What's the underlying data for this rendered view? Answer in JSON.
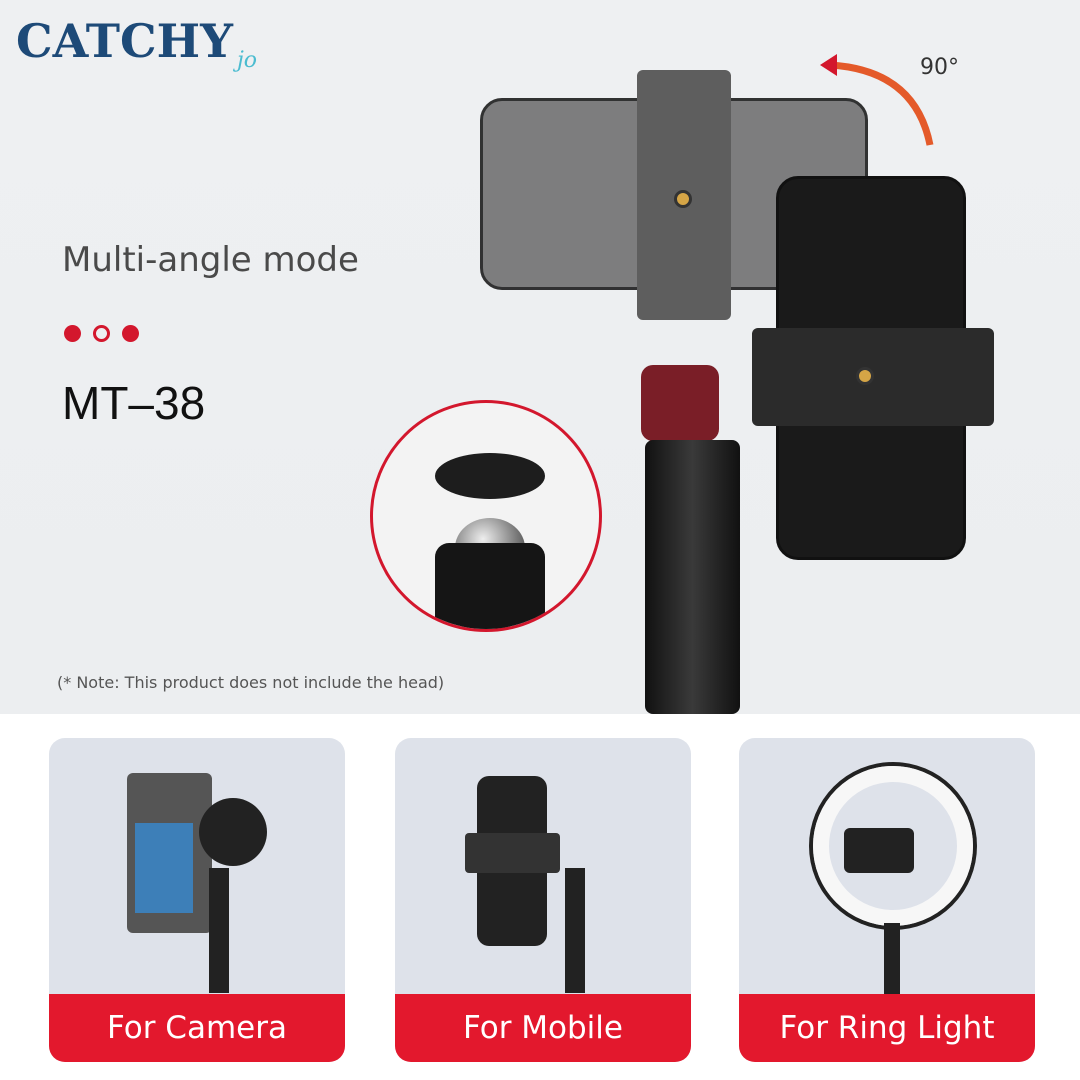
{
  "brand": {
    "logo_text": "CATCHY",
    "logo_script": "jo"
  },
  "hero": {
    "title": "Multi-angle mode",
    "model": "MT–38",
    "rotation_label": "90°",
    "note": "(* Note: This product does not include the head)",
    "dot_pattern": [
      "filled",
      "outline",
      "filled"
    ],
    "accent_color": "#d3172d"
  },
  "cards": [
    {
      "label": "For Camera",
      "image": "tripod-with-camera"
    },
    {
      "label": "For Mobile",
      "image": "tripod-with-phone"
    },
    {
      "label": "For Ring Light",
      "image": "tripod-with-ring-light"
    }
  ]
}
